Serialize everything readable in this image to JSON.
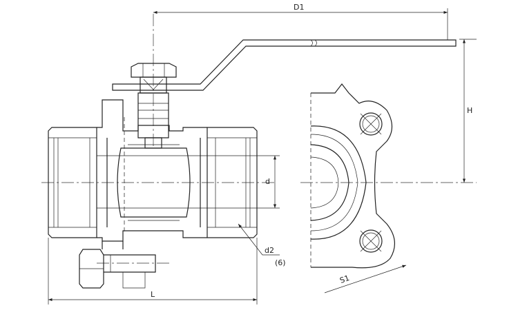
{
  "drawing": {
    "title": "Ball valve dimension drawing",
    "dimensions": {
      "overall_handle_length": "D1",
      "height": "H",
      "bore": "d",
      "thread": "d2",
      "thread_note": "(6)",
      "length": "L",
      "wrench_flat": "S1"
    },
    "colors": {
      "line": "#222222",
      "background": "#ffffff"
    }
  }
}
